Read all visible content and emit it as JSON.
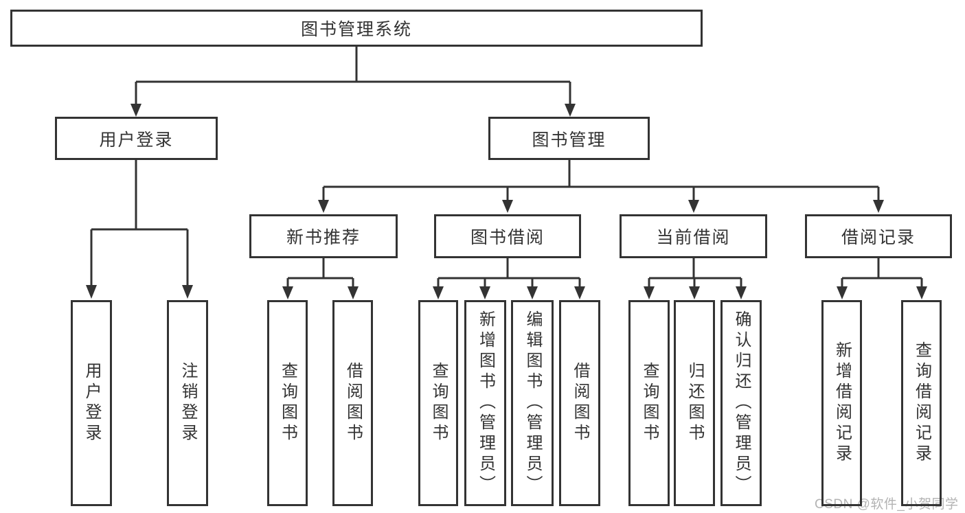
{
  "diagram_title": "图书管理系统",
  "nodes": {
    "root": {
      "label": "图书管理系统"
    },
    "level1": [
      {
        "label": "用户登录",
        "parent": "图书管理系统"
      },
      {
        "label": "图书管理",
        "parent": "图书管理系统"
      }
    ],
    "level2": [
      {
        "label": "新书推荐",
        "parent": "图书管理"
      },
      {
        "label": "图书借阅",
        "parent": "图书管理"
      },
      {
        "label": "当前借阅",
        "parent": "图书管理"
      },
      {
        "label": "借阅记录",
        "parent": "图书管理"
      }
    ],
    "leaves": [
      {
        "label": "用户登录",
        "parent": "用户登录"
      },
      {
        "label": "注销登录",
        "parent": "用户登录"
      },
      {
        "label": "查询图书",
        "parent": "新书推荐"
      },
      {
        "label": "借阅图书",
        "parent": "新书推荐"
      },
      {
        "label": "查询图书",
        "parent": "图书借阅"
      },
      {
        "label": "新增图书（管理员）",
        "parent": "图书借阅"
      },
      {
        "label": "编辑图书（管理员）",
        "parent": "图书借阅"
      },
      {
        "label": "借阅图书",
        "parent": "图书借阅"
      },
      {
        "label": "查询图书",
        "parent": "当前借阅"
      },
      {
        "label": "归还图书",
        "parent": "当前借阅"
      },
      {
        "label": "确认归还（管理员）",
        "parent": "当前借阅"
      },
      {
        "label": "新增借阅记录",
        "parent": "借阅记录"
      },
      {
        "label": "查询借阅记录",
        "parent": "借阅记录"
      }
    ]
  },
  "watermark": {
    "text": "CSDN @软件_小贺同学"
  },
  "colors": {
    "line": "#333333",
    "text": "#333333",
    "box-bg": "#ffffff",
    "background": "#ffffff",
    "watermark": "#b3b3b3"
  }
}
